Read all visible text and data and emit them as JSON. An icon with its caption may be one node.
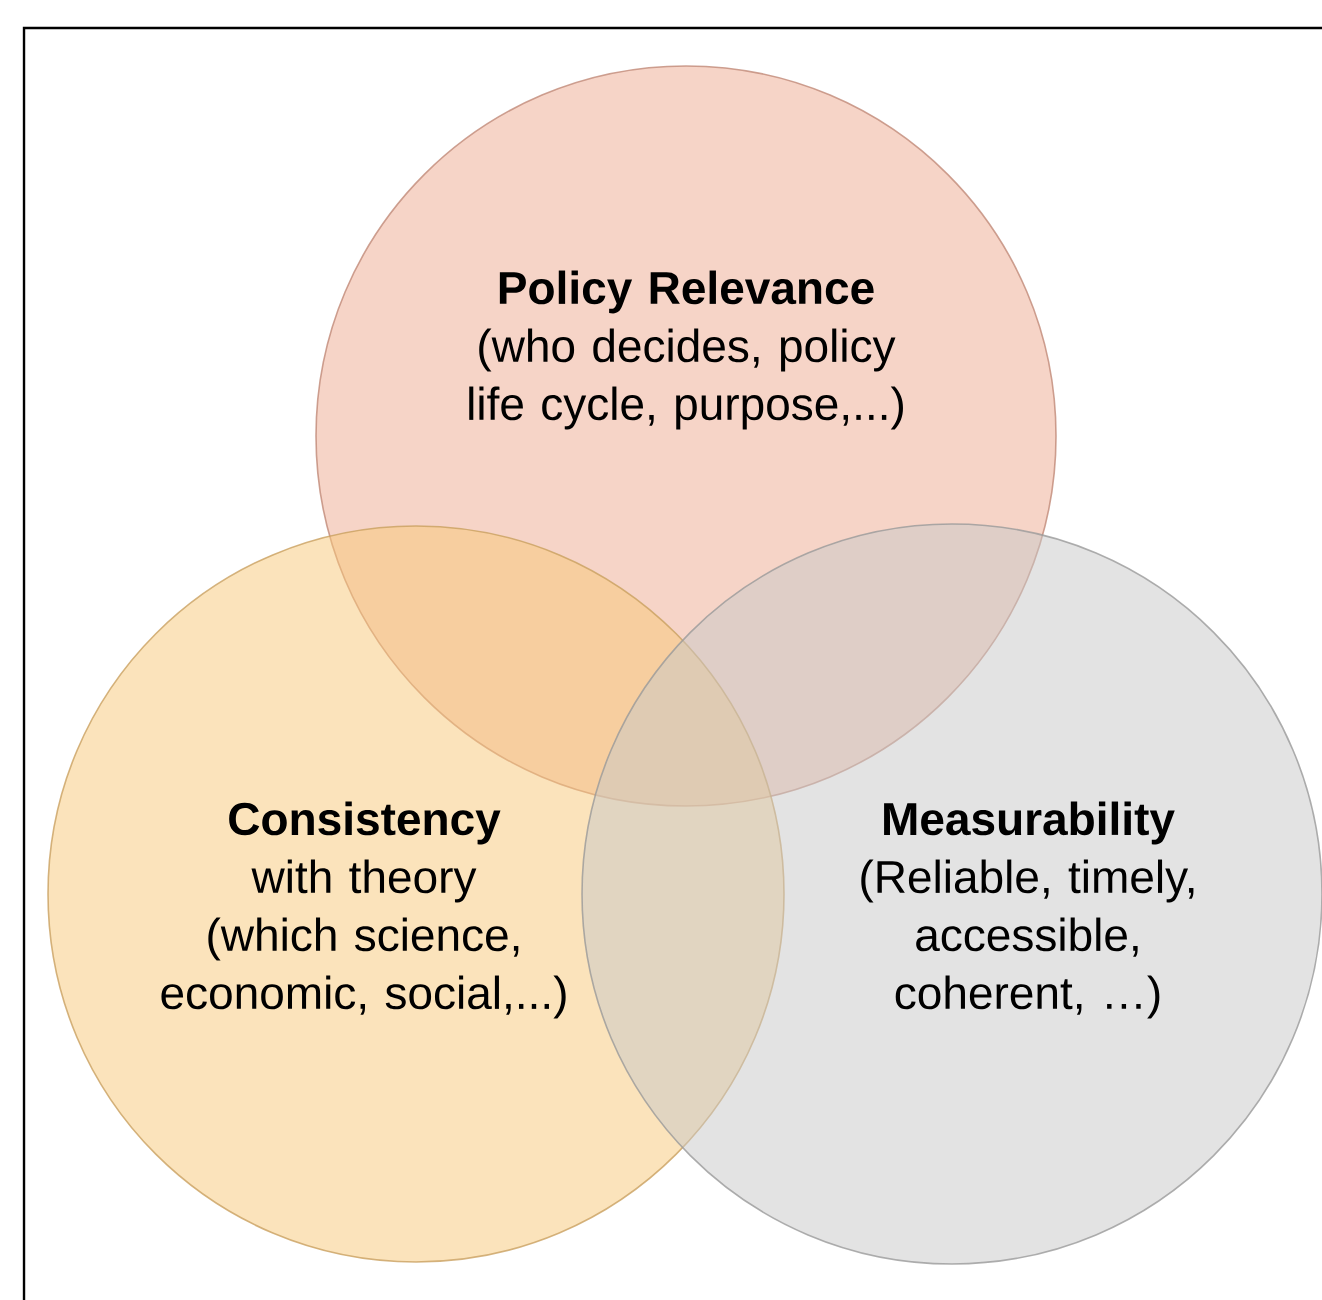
{
  "diagram": {
    "nodes": [
      {
        "text": [
          "Policy Relevance",
          "(who decides, policy life cycle, purpose,...)"
        ]
      },
      {
        "text": [
          "Consistency",
          "with theory (which science, economic, social,...)"
        ]
      },
      {
        "text": [
          "Measurability",
          "(Reliable, timely, accessible, coherent, …)"
        ]
      }
    ]
  }
}
